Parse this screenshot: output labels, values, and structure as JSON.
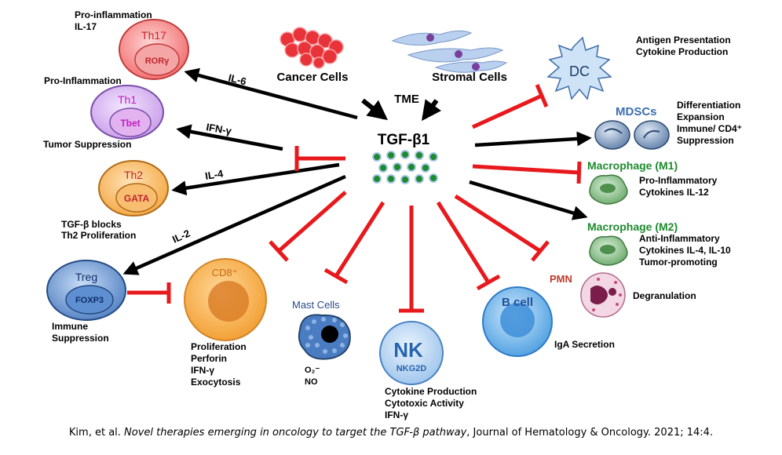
{
  "center": {
    "tme": "TME",
    "tgf": "TGF-β1"
  },
  "sources": {
    "cancer": "Cancer Cells",
    "stromal": "Stromal Cells"
  },
  "th17": {
    "top": "Pro-inflammation",
    "bottom": "IL-17",
    "name": "Th17",
    "tf": "RORγ",
    "edge": "IL-6"
  },
  "th1": {
    "top": "Pro-Inflammation",
    "bottom": "Tumor Suppression",
    "name": "Th1",
    "tf": "Tbet",
    "edge": "IFN-γ"
  },
  "th2": {
    "line1": "TGF-β blocks",
    "line2": "Th2 Proliferation",
    "name": "Th2",
    "tf": "GATA",
    "edge": "IL-4"
  },
  "treg": {
    "name": "Treg",
    "tf": "FOXP3",
    "line1": "Immune",
    "line2": "Suppression",
    "edge": "IL-2"
  },
  "cd8": {
    "name": "CD8⁺",
    "lines": [
      "Proliferation",
      "Perforin",
      "IFN-γ",
      "Exocytosis"
    ]
  },
  "mast": {
    "name": "Mast Cells",
    "o2": "O₂⁻",
    "no": "NO"
  },
  "nk": {
    "name": "NK",
    "receptor": "NKG2D",
    "lines": [
      "Cytokine Production",
      "Cytotoxic Activity",
      "IFN-γ"
    ]
  },
  "bcell": {
    "name": "B cell",
    "line": "IgA Secretion"
  },
  "pmn": {
    "name": "PMN",
    "line": "Degranulation"
  },
  "dc": {
    "name": "DC",
    "line1": "Antigen Presentation",
    "line2": "Cytokine Production"
  },
  "mdsc": {
    "name": "MDSCs",
    "lines": [
      "Differentiation",
      "Expansion",
      "Immune/ CD4⁺",
      "Suppression"
    ]
  },
  "m1": {
    "name": "Macrophage (M1)",
    "line1": "Pro-Inflammatory",
    "line2": "Cytokines IL-12"
  },
  "m2": {
    "name": "Macrophage (M2)",
    "lines": [
      "Anti-Inflammatory",
      "Cytokines IL-4, IL-10",
      "Tumor-promoting"
    ]
  },
  "caption": {
    "pre": "Kim, et al. ",
    "italic": "Novel therapies emerging in oncology to target the TGF-β pathway",
    "post": ", Journal of Hematology & Oncology. 2021; 14:4."
  },
  "colors": {
    "inhibit": "#e8191d",
    "activate": "#000000",
    "macrophage_label": "#1e8a2e",
    "pmn_label": "#c0392b",
    "mdsc_label": "#3a6fb0"
  }
}
